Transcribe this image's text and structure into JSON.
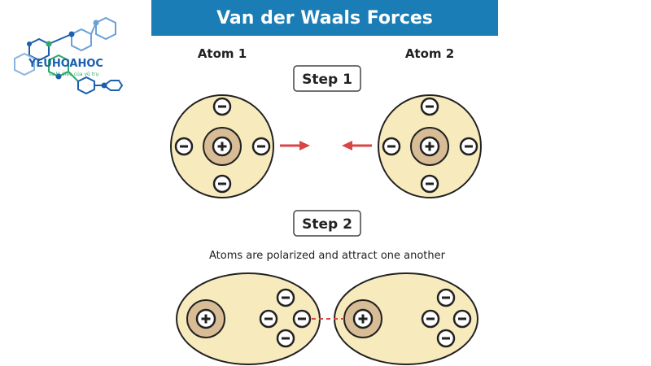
{
  "logo": {
    "name": "YEUHOAHOC",
    "tagline": "sự kì diệu của vũ trụ"
  },
  "header": {
    "title": "Van der Waals Forces"
  },
  "labels": {
    "atom1": "Atom 1",
    "atom2": "Atom 2",
    "step1": "Step 1",
    "step2": "Step 2",
    "step2_caption": "Atoms are polarized and attract one another"
  },
  "symbols": {
    "nucleus": "+",
    "electron": "−"
  },
  "colors": {
    "header_bg": "#1b7db5",
    "header_text": "#ffffff",
    "atom_fill": "#f7ebbd",
    "nucleus_fill": "#d7bc96",
    "outline": "#222222",
    "arrow": "#d94545",
    "logo_blue": "#1a5fae",
    "logo_green": "#2ea86a"
  },
  "icons": {
    "logo": "molecule-logo-icon",
    "arrow_right": "arrow-right-icon",
    "arrow_left": "arrow-left-icon",
    "bond": "dashed-attraction-line"
  }
}
